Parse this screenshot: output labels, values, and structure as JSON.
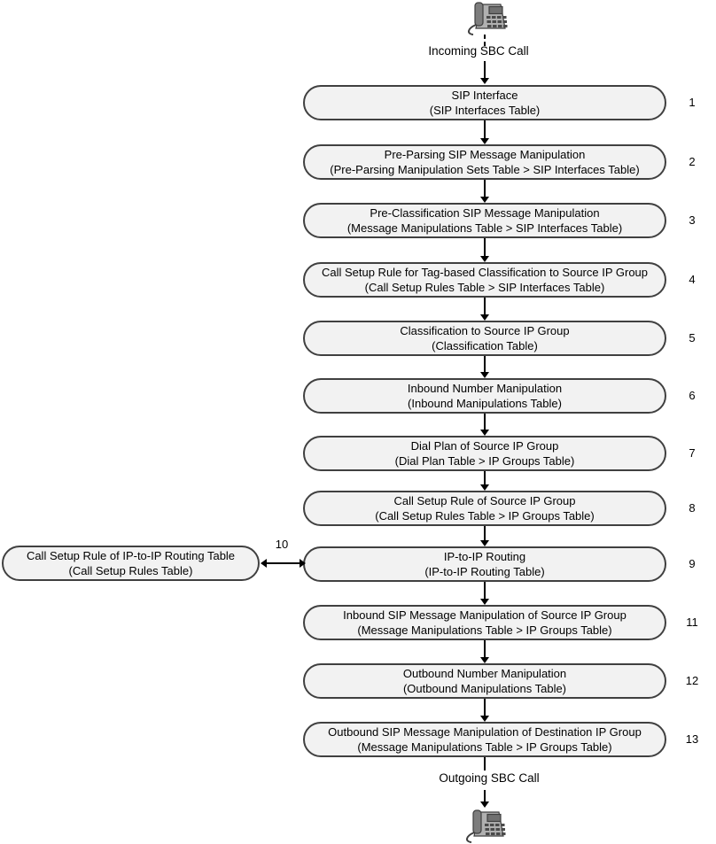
{
  "diagram": {
    "incoming_label": "Incoming SBC Call",
    "outgoing_label": "Outgoing SBC Call",
    "side_branch": {
      "number": "10",
      "line1": "Call Setup Rule of IP-to-IP Routing Table",
      "line2": "(Call Setup Rules Table)"
    },
    "steps": [
      {
        "number": "1",
        "line1": "SIP Interface",
        "line2": "(SIP Interfaces Table)"
      },
      {
        "number": "2",
        "line1": "Pre-Parsing SIP Message Manipulation",
        "line2": "(Pre-Parsing Manipulation Sets Table > SIP Interfaces Table)"
      },
      {
        "number": "3",
        "line1": "Pre-Classification SIP Message Manipulation",
        "line2": "(Message Manipulations Table > SIP Interfaces Table)"
      },
      {
        "number": "4",
        "line1": "Call Setup Rule for Tag-based Classification to Source IP Group",
        "line2": "(Call Setup Rules Table > SIP Interfaces Table)"
      },
      {
        "number": "5",
        "line1": "Classification to Source IP Group",
        "line2": "(Classification Table)"
      },
      {
        "number": "6",
        "line1": "Inbound Number Manipulation",
        "line2": "(Inbound Manipulations Table)"
      },
      {
        "number": "7",
        "line1": "Dial Plan of Source IP Group",
        "line2": "(Dial Plan Table > IP Groups Table)"
      },
      {
        "number": "8",
        "line1": "Call Setup Rule of Source IP Group",
        "line2": "(Call Setup Rules Table > IP Groups Table)"
      },
      {
        "number": "9",
        "line1": "IP-to-IP Routing",
        "line2": "(IP-to-IP Routing Table)"
      },
      {
        "number": "11",
        "line1": "Inbound SIP Message Manipulation of Source IP Group",
        "line2": "(Message Manipulations Table > IP Groups Table)"
      },
      {
        "number": "12",
        "line1": "Outbound Number Manipulation",
        "line2": "(Outbound Manipulations Table)"
      },
      {
        "number": "13",
        "line1": "Outbound SIP Message Manipulation of Destination IP Group",
        "line2": "(Message Manipulations Table > IP Groups Table)"
      }
    ],
    "colors": {
      "box_fill": "#f2f2f2",
      "box_border": "#404040",
      "text": "#000000",
      "arrow": "#000000"
    }
  }
}
